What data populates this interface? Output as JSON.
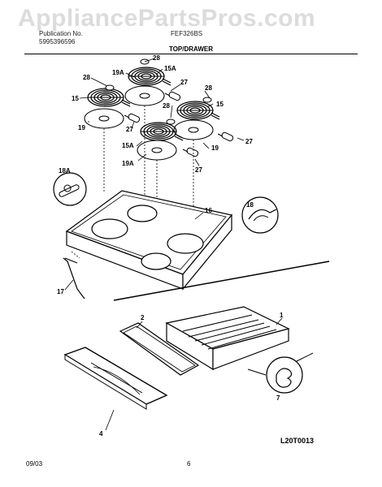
{
  "watermark": "AppliancePartsPros.com",
  "header": {
    "line1_left": "Publication No.",
    "line1_right": "FEF326BS",
    "line2_left": "5995396596",
    "section_title": "TOP/DRAWER"
  },
  "callouts": {
    "c1": "1",
    "c2": "2",
    "c4": "4",
    "c7": "7",
    "c15a": "15",
    "c15b": "15",
    "c15A_a": "15A",
    "c15A_b": "15A",
    "c16": "16",
    "c17": "17",
    "c18": "18",
    "c18A": "18A",
    "c19a": "19",
    "c19b": "19",
    "c19A_a": "19A",
    "c19A_b": "19A",
    "c27a": "27",
    "c27b": "27",
    "c27c": "27",
    "c27d": "27",
    "c28a": "28",
    "c28b": "28",
    "c28c": "28",
    "c28d": "28"
  },
  "footer": {
    "date": "09/03",
    "page": "6",
    "diagram_code": "L20T0013"
  }
}
